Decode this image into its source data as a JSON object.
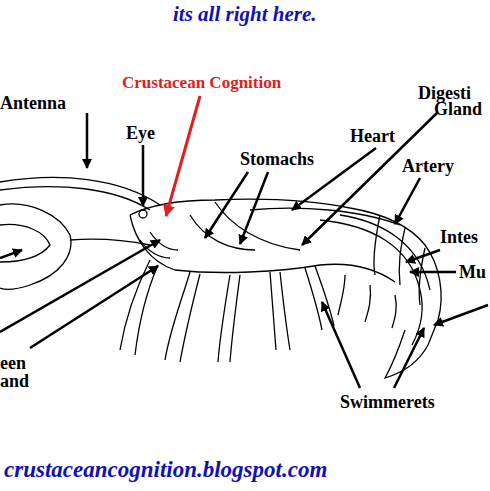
{
  "diagram": {
    "title": "its all right here.",
    "labels": [
      "Antenna",
      "Crustacean Cognition",
      "Eye",
      "Stomachs",
      "Heart",
      "Digesti",
      "Gland",
      "Artery",
      "Intes",
      "Mu",
      "een",
      "and",
      "Swimmerets",
      "crustaceancognition.blogspot.com"
    ]
  }
}
